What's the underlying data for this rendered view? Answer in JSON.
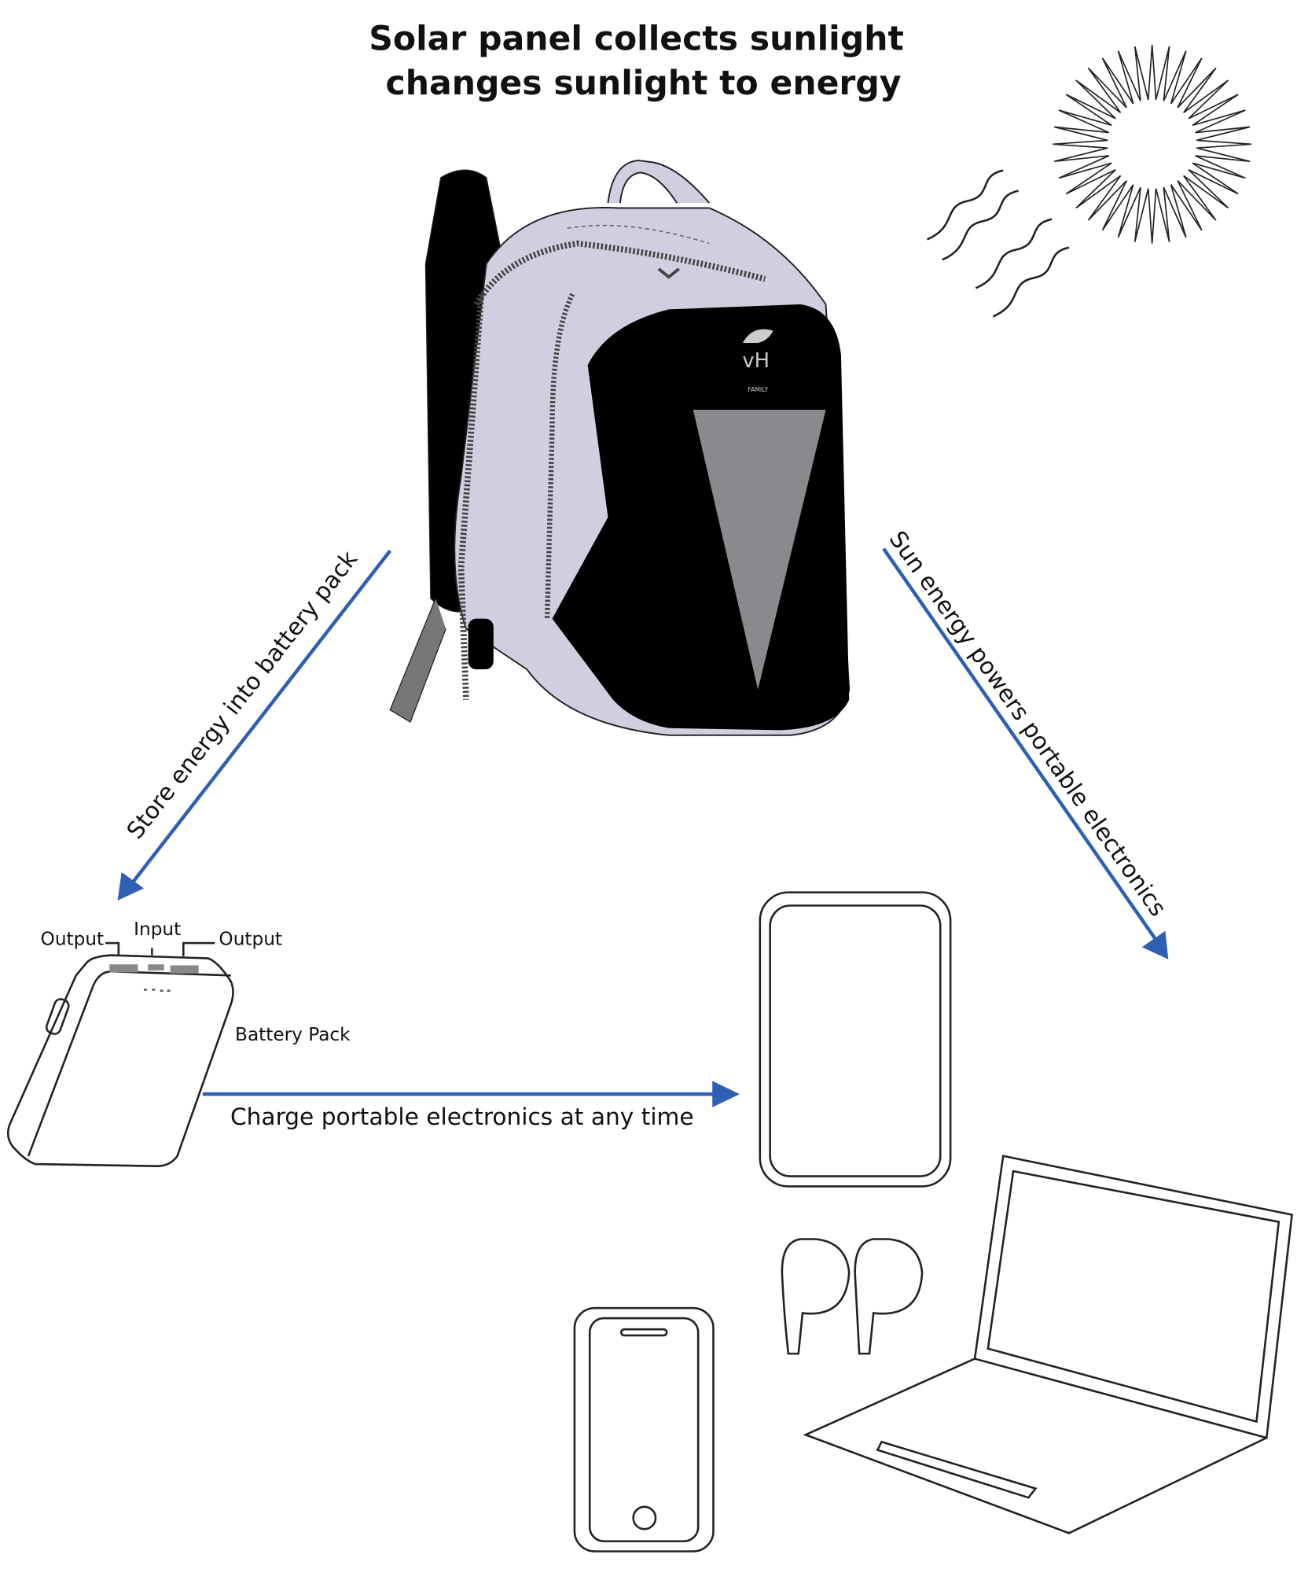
{
  "title": {
    "line1": "Solar panel collects sunlight",
    "line2": "changes sunlight to energy"
  },
  "backpack": {
    "logo_text": "vH",
    "logo_subtext": "FAMILY",
    "colors": {
      "body": "#d0cfe0",
      "panel": "#000000",
      "triangle": "#8a8a8e"
    }
  },
  "arrows": {
    "to_battery": "Store energy into battery pack",
    "to_devices": "Sun energy powers portable electronics",
    "battery_to_devices": "Charge portable electronics at any time",
    "color": "#2f5fb3"
  },
  "battery": {
    "label": "Battery Pack",
    "ports": [
      "Output",
      "Input",
      "Output"
    ]
  },
  "icons": [
    "sun-icon",
    "heat-waves-icon",
    "backpack-illustration",
    "battery-pack-illustration",
    "tablet-icon",
    "earbuds-icon",
    "smartphone-icon",
    "laptop-icon"
  ]
}
